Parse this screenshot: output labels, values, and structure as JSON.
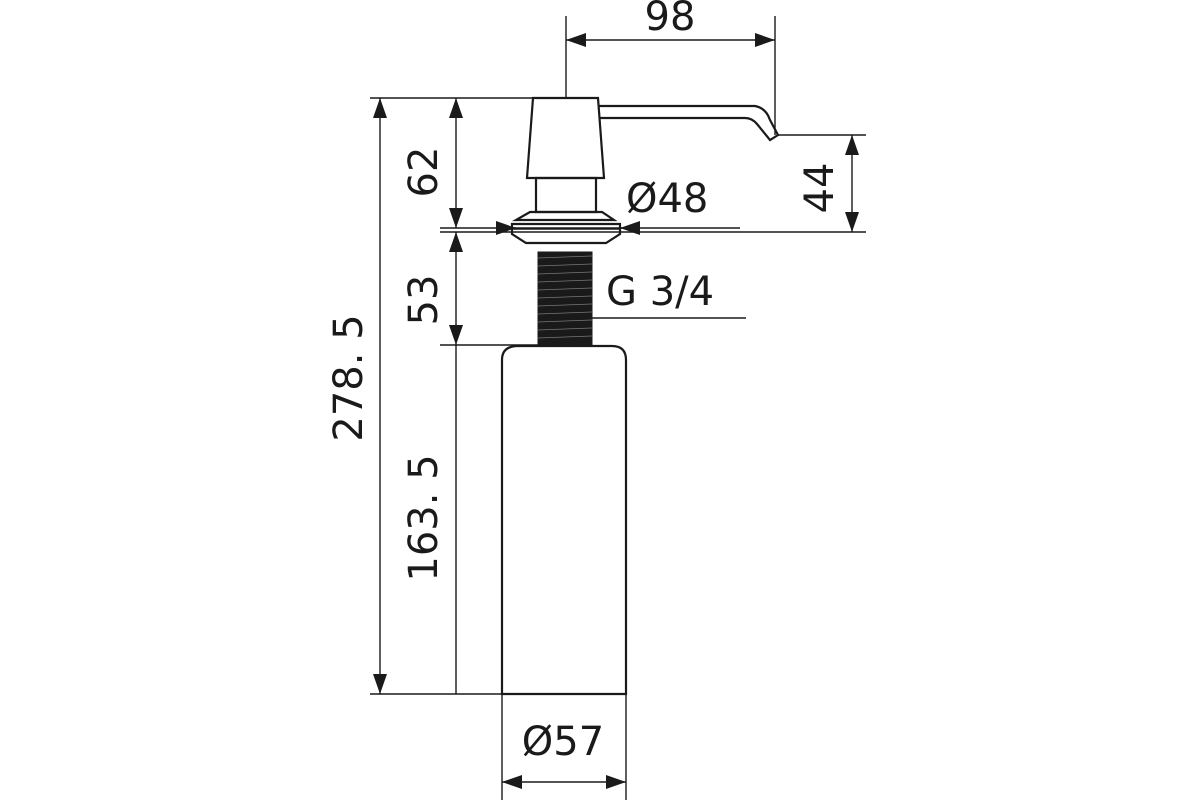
{
  "dimensions": {
    "spout_reach": "98",
    "pump_height": "62",
    "spout_height": "44",
    "flange_diameter": "Ø48",
    "thread_length": "53",
    "thread_spec": "G 3/4",
    "total_height": "278. 5",
    "bottle_height": "163. 5",
    "bottle_diameter": "Ø57"
  },
  "colors": {
    "ink": "#1a1a1a",
    "background": "#ffffff"
  }
}
